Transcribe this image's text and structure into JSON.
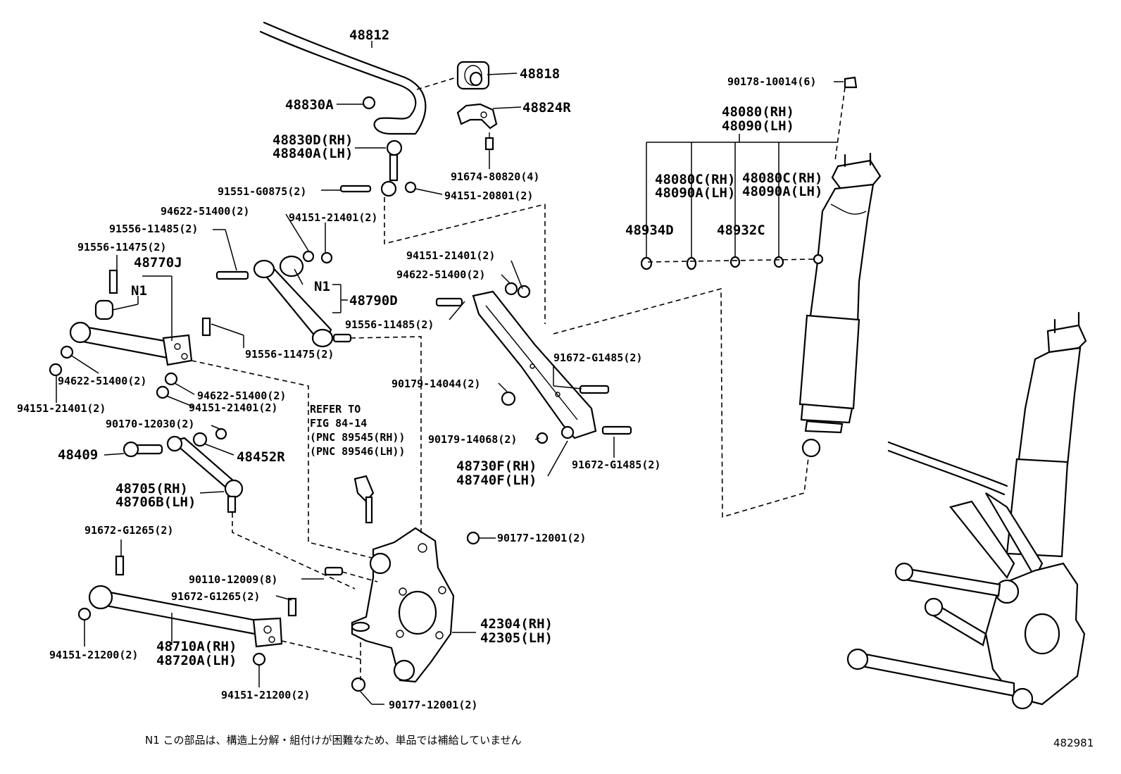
{
  "labels": {
    "p48812": "48812",
    "p48818": "48818",
    "p48830A": "48830A",
    "p48824R": "48824R",
    "p48830D": "48830D(RH)",
    "p48840A": "48840A(LH)",
    "p91674": "91674-80820(4)",
    "p91551": "91551-G0875(2)",
    "p94151_20801": "94151-20801(2)",
    "p94622_a": "94622-51400(2)",
    "p94151_21401_a": "94151-21401(2)",
    "p91556_11485_a": "91556-11485(2)",
    "p91556_11475_a": "91556-11475(2)",
    "p48770J": "48770J",
    "n1_a": "N1",
    "n1_b": "N1",
    "p48790D": "48790D",
    "p91556_11475_b": "91556-11475(2)",
    "p94622_b": "94622-51400(2)",
    "p94151_21401_b": "94151-21401(2)",
    "p94622_c": "94622-51400(2)",
    "p94151_21401_c": "94151-21401(2)",
    "p90170": "90170-12030(2)",
    "p48409": "48409",
    "p48452R": "48452R",
    "p48705": "48705(RH)",
    "p48706B": "48706B(LH)",
    "refer1": "REFER TO",
    "refer2": "FIG 84-14",
    "refer3": "(PNC 89545(RH))",
    "refer4": "(PNC 89546(LH))",
    "p91556_11485_b": "91556-11485(2)",
    "p94151_21401_d": "94151-21401(2)",
    "p94622_d": "94622-51400(2)",
    "p90179_14044": "90179-14044(2)",
    "p90179_14068": "90179-14068(2)",
    "p91672_G1485_a": "91672-G1485(2)",
    "p91672_G1485_b": "91672-G1485(2)",
    "p48730F": "48730F(RH)",
    "p48740F": "48740F(LH)",
    "p90178": "90178-10014(6)",
    "p48080": "48080(RH)",
    "p48090": "48090(LH)",
    "p48080C_a": "48080C(RH)",
    "p48090A_a": "48090A(LH)",
    "p48080C_b": "48080C(RH)",
    "p48090A_b": "48090A(LH)",
    "p48934D": "48934D",
    "p48932C": "48932C",
    "p91672_G1265_a": "91672-G1265(2)",
    "p90177_a": "90177-12001(2)",
    "p90110": "90110-12009(8)",
    "p91672_G1265_b": "91672-G1265(2)",
    "p42304": "42304(RH)",
    "p42305": "42305(LH)",
    "p94151_21200_a": "94151-21200(2)",
    "p48710A": "48710A(RH)",
    "p48720A": "48720A(LH)",
    "p94151_21200_b": "94151-21200(2)",
    "p90177_b": "90177-12001(2)"
  },
  "footnote": "N1  この部品は、構造上分解・組付けが困難なため、単品では補給していません",
  "figure_id": "482981"
}
